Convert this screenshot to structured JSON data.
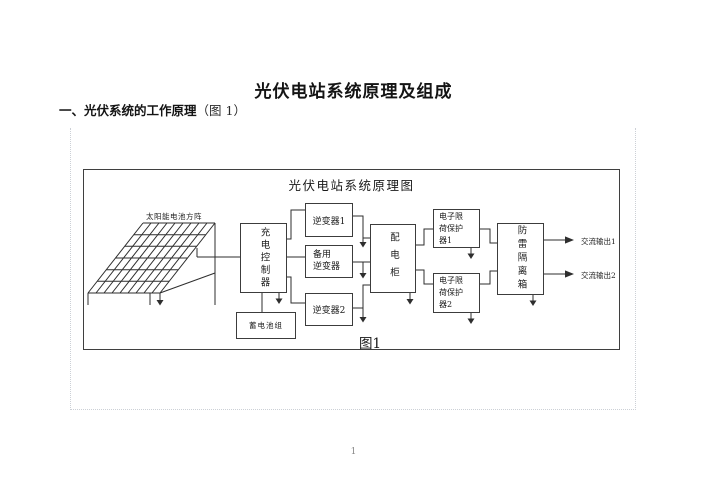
{
  "doc": {
    "title": "光伏电站系统原理及组成",
    "heading_main": "一、光伏系统的工作原理",
    "heading_ref": "（图 1）",
    "page_number": "1"
  },
  "figure": {
    "title": "光伏电站系统原理图",
    "caption": "图1",
    "solar_array_label": "太阳能电池方阵",
    "blocks": {
      "charge_controller": "充电控制器",
      "battery": "蓄电池组",
      "inverter1": "逆变器1",
      "backup_inverter_lines": [
        "备用",
        "逆变器"
      ],
      "inverter2": "逆变器2",
      "distribution_cabinet": "配电柜",
      "protector1_lines": [
        "电子限",
        "荷保护",
        "器1"
      ],
      "protector2_lines": [
        "电子限",
        "荷保护",
        "器2"
      ],
      "lightning_isolation_box": "防雷隔离箱"
    },
    "outputs": {
      "ac_output1": "交流输出1",
      "ac_output2": "交流输出2"
    },
    "colors": {
      "ink": "#1f1f1f",
      "wire": "#2e2e2e",
      "box_border": "#3c3c3c",
      "guide_dotted": "#ccd0d6"
    }
  }
}
